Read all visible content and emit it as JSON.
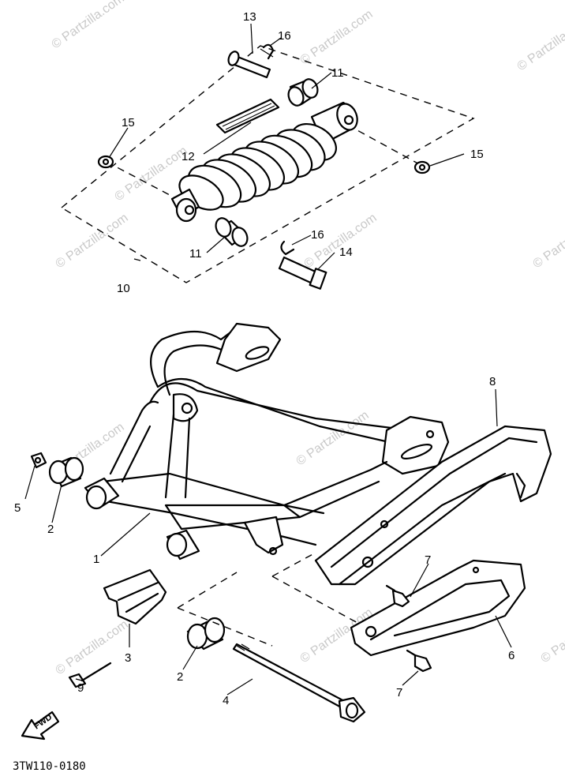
{
  "watermark": "© Partzilla.com",
  "diagram_code": "3TW110-0180",
  "fwd_label": "FWD",
  "callouts": [
    "1",
    "2",
    "2",
    "3",
    "4",
    "5",
    "6",
    "7",
    "7",
    "8",
    "9",
    "10",
    "11",
    "11",
    "12",
    "13",
    "14",
    "15",
    "15",
    "16",
    "16"
  ]
}
